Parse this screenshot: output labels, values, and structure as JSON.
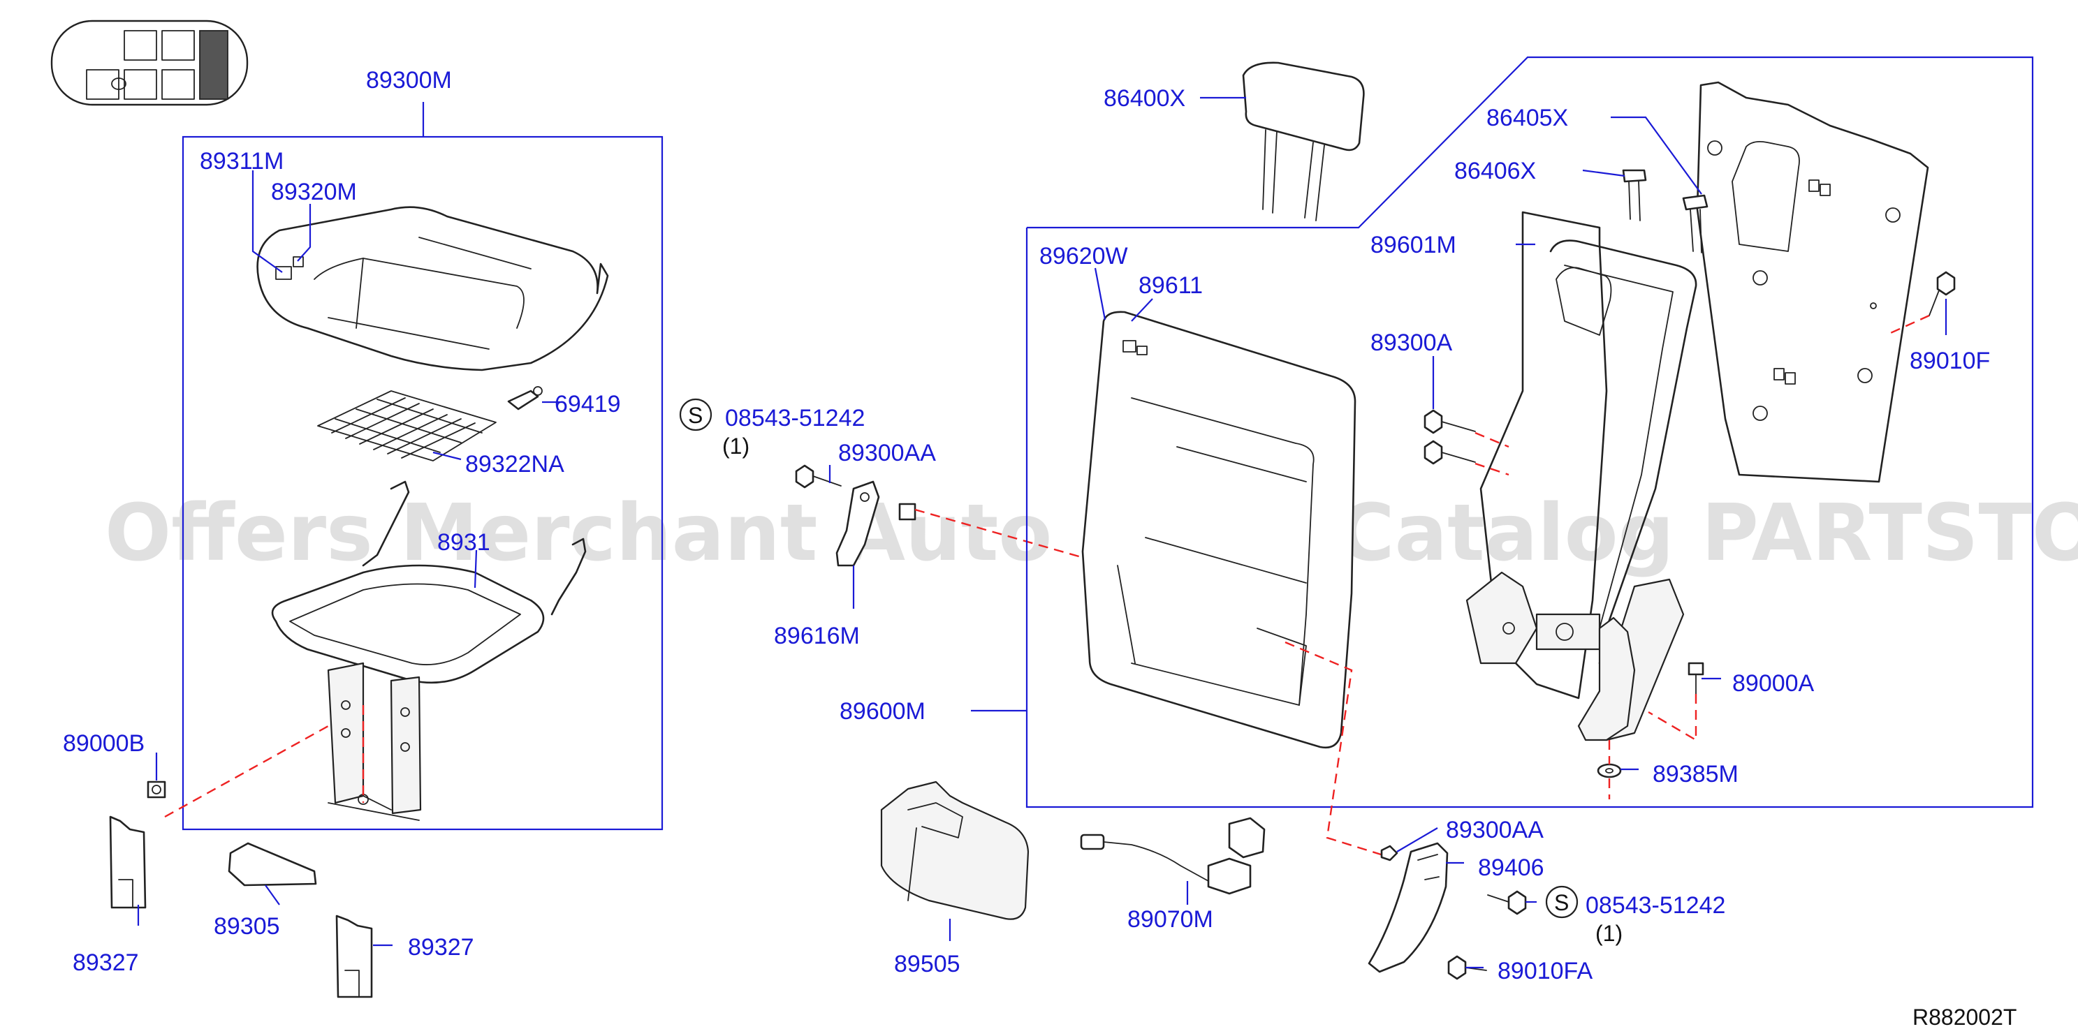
{
  "labels": {
    "p89300M": "89300M",
    "p89311M": "89311M",
    "p89320M": "89320M",
    "p69419": "69419",
    "p89322NA": "89322NA",
    "p8931": "8931",
    "p89000B": "89000B",
    "p89327a": "89327",
    "p89305": "89305",
    "p89327b": "89327",
    "s_symbol_a": "S",
    "p08543a": "08543-51242",
    "qty_a": "(1)",
    "p89300AA_a": "89300AA",
    "p89616M": "89616M",
    "p86400X": "86400X",
    "p86405X": "86405X",
    "p86406X": "86406X",
    "p89620W": "89620W",
    "p89611": "89611",
    "p89601M": "89601M",
    "p89300A": "89300A",
    "p89010F": "89010F",
    "p89600M": "89600M",
    "p89000A": "89000A",
    "p89385M": "89385M",
    "p89300AA_b": "89300AA",
    "p89406": "89406",
    "s_symbol_b": "S",
    "p08543b": "08543-51242",
    "qty_b": "(1)",
    "p89010FA": "89010FA",
    "p89505": "89505",
    "p89070M": "89070M",
    "ref_code": "R882002T"
  },
  "watermark": "Offers Merchant Auto Parts Catalog PARTSTORE.SA",
  "colors": {
    "label": "#1a1ad6",
    "dashed_guide": "#ee2222",
    "outline": "#222222"
  },
  "icons": {
    "locator": "vehicle-seat-locator-icon"
  }
}
